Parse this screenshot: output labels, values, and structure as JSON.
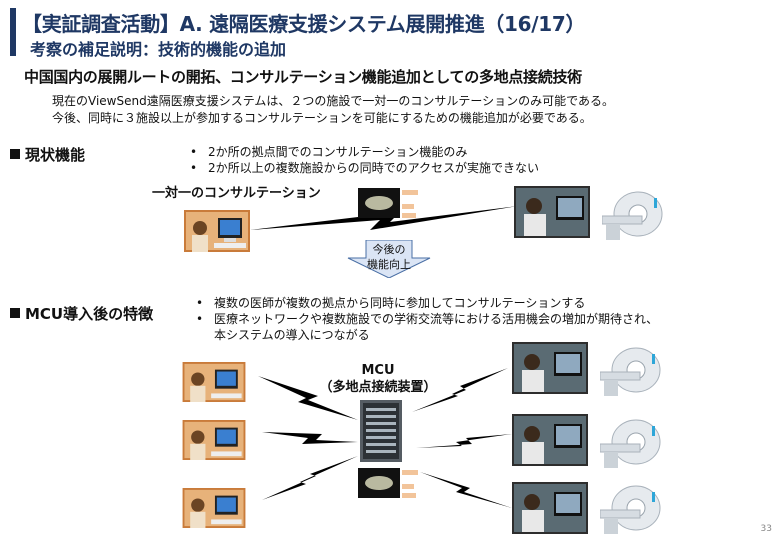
{
  "header": {
    "title": "【実証調査活動】A. 遠隔医療支援システム展開推進（16/17）",
    "subtitle": "考察の補足説明：技術的機能の追加"
  },
  "headline": "中国国内の展開ルートの開拓、コンサルテーション機能追加としての多地点接続技術",
  "intro": [
    "現在のViewSend遠隔医療支援システムは、２つの施設で一対一のコンサルテーションのみ可能である。",
    "今後、同時に３施設以上が参加するコンサルテーションを可能にするための機能追加が必要である。"
  ],
  "current": {
    "label": "現状機能",
    "bullets": [
      "2か所の拠点間でのコンサルテーション機能のみ",
      "2か所以上の複数施設からの同時でのアクセスが実施できない"
    ],
    "diagram_label": "一対一のコンサルテーション"
  },
  "arrow": {
    "line1": "今後の",
    "line2": "機能向上"
  },
  "mcu_section": {
    "label": "MCU導入後の特徴",
    "bullets": [
      "複数の医師が複数の拠点から同時に参加してコンサルテーションする",
      "医療ネットワークや複数施設での学術交流等における活用機会の増加が期待され、",
      "本システムの導入につながる"
    ],
    "mcu_name": "MCU",
    "mcu_desc": "（多地点接続装置）"
  },
  "page_number": "33",
  "colors": {
    "title": "#1f3864",
    "lightning": "#000000",
    "arrow_fill": "#dbe5f5",
    "arrow_stroke": "#4a6fa5"
  }
}
